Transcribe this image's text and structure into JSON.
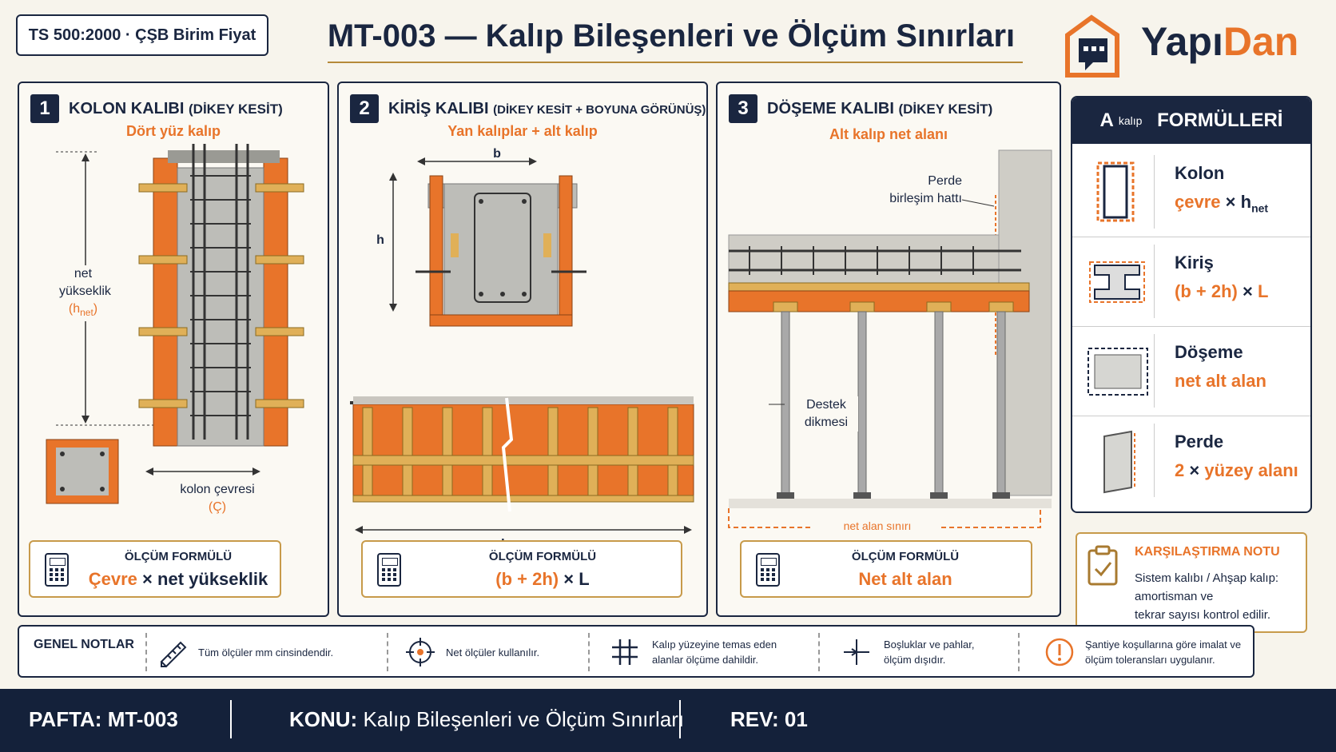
{
  "header": {
    "standard": "TS 500:2000 · ÇŞB Birim Fiyat",
    "title": "MT-003 — Kalıp Bileşenleri ve Ölçüm Sınırları",
    "logo_part1": "Yapı",
    "logo_part2": "Dan"
  },
  "panels": [
    {
      "number": "1",
      "title": "KOLON KALIBI",
      "title_suffix": "(DİKEY KESİT)",
      "subtitle": "Dört yüz kalıp",
      "labels": {
        "height_1": "net",
        "height_2": "yükseklik",
        "height_3": "(h",
        "height_sub": "net",
        "height_close": ")",
        "perimeter_1": "kolon çevresi",
        "perimeter_2": "(Ç)"
      },
      "formula_label": "ÖLÇÜM FORMÜLÜ",
      "formula_a": "Çevre",
      "formula_op": "×",
      "formula_b": "net yükseklik"
    },
    {
      "number": "2",
      "title": "KİRİŞ KALIBI",
      "title_suffix": "(DİKEY KESİT + BOYUNA GÖRÜNÜŞ)",
      "subtitle": "Yan kalıplar + alt kalıp",
      "labels": {
        "b": "b",
        "h": "h",
        "L": "L"
      },
      "formula_label": "ÖLÇÜM FORMÜLÜ",
      "formula_a": "(b + 2h)",
      "formula_op": "×",
      "formula_b": "L"
    },
    {
      "number": "3",
      "title": "DÖŞEME KALIBI",
      "title_suffix": "(DİKEY KESİT)",
      "subtitle": "Alt kalıp net alanı",
      "labels": {
        "wall_1": "Perde",
        "wall_2": "birleşim hattı",
        "prop_1": "Destek",
        "prop_2": "dikmesi",
        "net_limit": "net alan sınırı"
      },
      "formula_label": "ÖLÇÜM FORMÜLÜ",
      "formula_a": "Net alt alan"
    }
  ],
  "formulas_panel": {
    "title_a": "A",
    "title_sub": "kalıp",
    "title_rest": "FORMÜLLERİ",
    "rows": [
      {
        "name": "Kolon",
        "formula_a": "çevre",
        "formula_op": "×",
        "formula_b": "h",
        "formula_sub": "net",
        "icon": "column-icon"
      },
      {
        "name": "Kiriş",
        "formula_a": "(b + 2h)",
        "formula_op": "×",
        "formula_b": "L",
        "formula_sub": "",
        "icon": "beam-icon"
      },
      {
        "name": "Döşeme",
        "formula_a": "net alt alan",
        "formula_op": "",
        "formula_b": "",
        "formula_sub": "",
        "icon": "slab-icon"
      },
      {
        "name": "Perde",
        "formula_a": "2",
        "formula_op": "×",
        "formula_b": "yüzey alanı",
        "formula_sub": "",
        "icon": "wall-icon"
      }
    ]
  },
  "comparison_note": {
    "title": "KARŞILAŞTIRMA NOTU",
    "line1": "Sistem kalıbı / Ahşap kalıp:",
    "line2": "amortisman ve",
    "line3": "tekrar sayısı kontrol edilir."
  },
  "general_notes": {
    "title": "GENEL NOTLAR",
    "items": [
      {
        "icon": "ruler-icon",
        "line1": "Tüm ölçüler mm cinsindendir.",
        "line2": ""
      },
      {
        "icon": "crosshair-icon",
        "line1": "Net ölçüler kullanılır.",
        "line2": ""
      },
      {
        "icon": "hash-icon",
        "line1": "Kalıp yüzeyine temas eden",
        "line2": "alanlar ölçüme dahildir."
      },
      {
        "icon": "plus-icon",
        "line1": "Boşluklar ve pahlar,",
        "line2": "ölçüm dışıdır."
      },
      {
        "icon": "warning-icon",
        "line1": "Şantiye koşullarına göre imalat ve",
        "line2": "ölçüm toleransları uygulanır."
      }
    ]
  },
  "footer": {
    "sheet_label": "PAFTA:",
    "sheet_value": "MT-003",
    "subject_label": "KONU:",
    "subject_value": "Kalıp Bileşenleri ve Ölçüm Sınırları",
    "rev_label": "REV:",
    "rev_value": "01"
  },
  "colors": {
    "navy": "#1a2640",
    "orange": "#e8742a",
    "gold": "#c79a4a",
    "concrete": "#bdbdb8",
    "wood": "#e0b058"
  }
}
